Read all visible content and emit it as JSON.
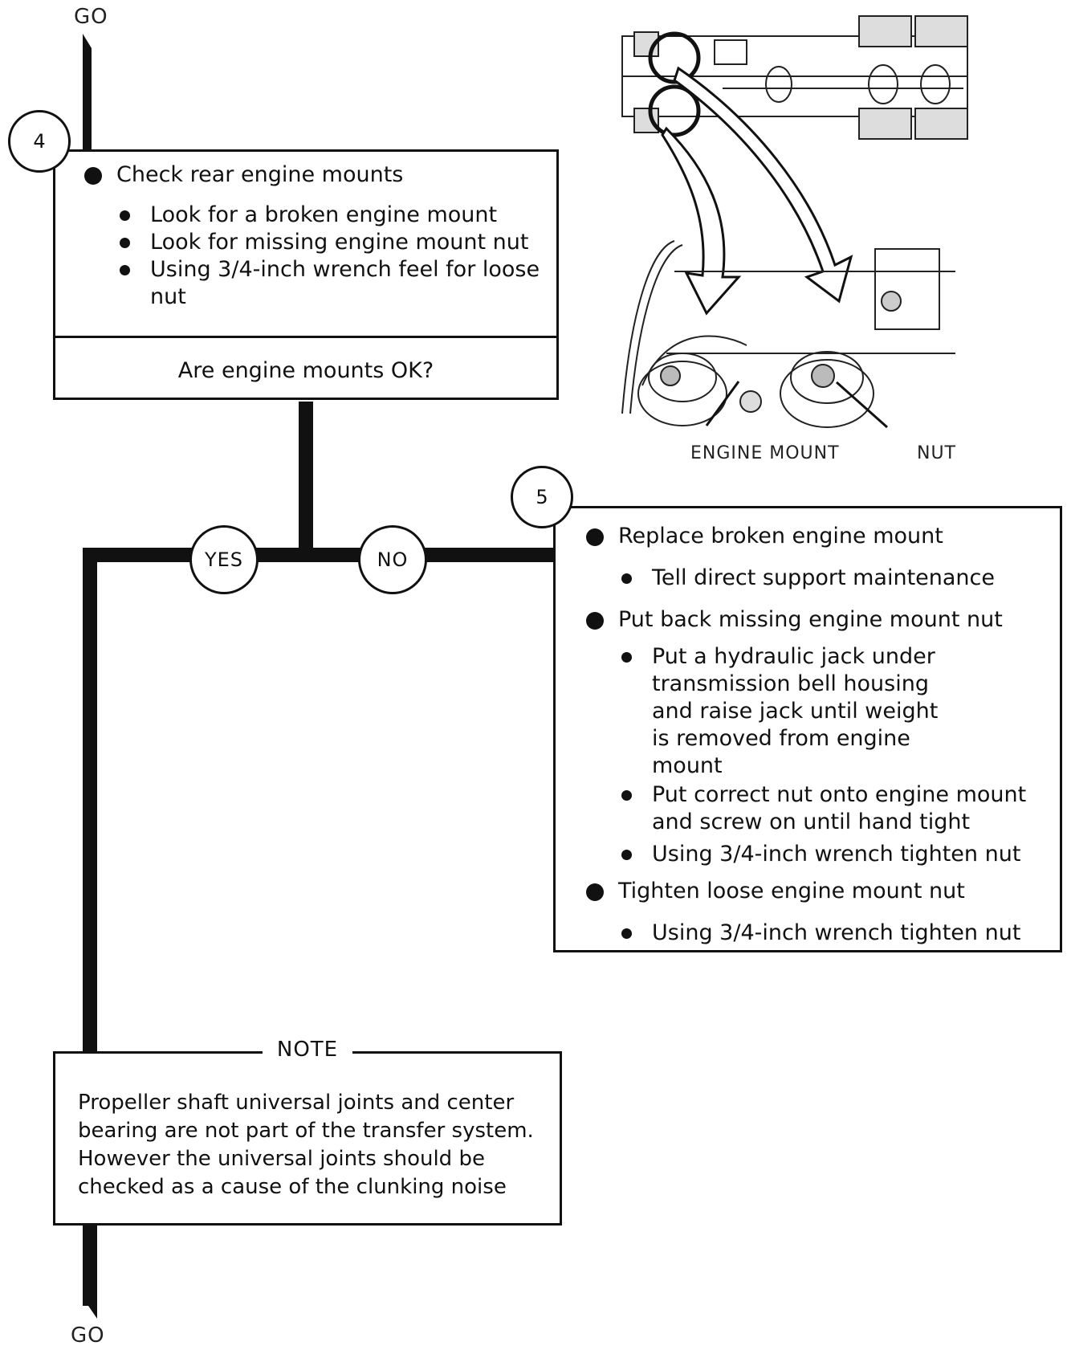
{
  "go_top": "GO",
  "go_bottom": "GO",
  "step4": {
    "number": "4",
    "title": "Check rear engine mounts",
    "items": [
      "Look for a broken engine mount",
      "Look for missing engine mount nut",
      "Using 3/4-inch wrench feel for loose nut"
    ],
    "question": "Are engine mounts OK?"
  },
  "decision": {
    "yes": "YES",
    "no": "NO"
  },
  "step5": {
    "number": "5",
    "groups": [
      {
        "title": "Replace broken engine mount",
        "items": [
          "Tell direct support maintenance"
        ]
      },
      {
        "title": "Put back missing engine mount nut",
        "items": [
          "Put a hydraulic jack under transmission bell housing and raise jack until weight is removed from engine mount",
          "Put correct nut onto engine mount and screw on until hand tight",
          "Using 3/4-inch wrench tighten nut"
        ]
      },
      {
        "title": "Tighten loose engine mount nut",
        "items": [
          "Using 3/4-inch wrench tighten nut"
        ]
      }
    ]
  },
  "illustration": {
    "callout_engine_mount": "ENGINE MOUNT",
    "callout_nut": "NUT"
  },
  "note": {
    "heading": "NOTE",
    "text": "Propeller shaft universal joints and center bearing are not part of the transfer system. However the universal joints should be checked as a cause of the clunking noise"
  }
}
